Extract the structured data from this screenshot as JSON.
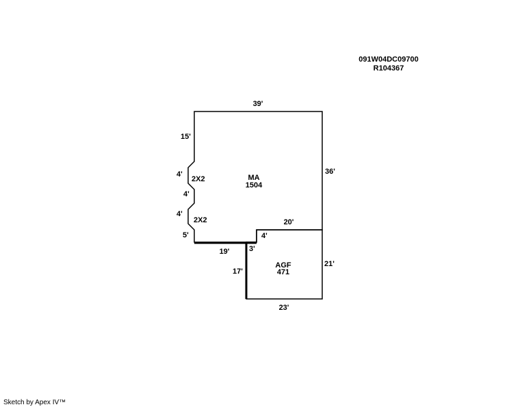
{
  "header": {
    "parcel_id": "091W04DC09700",
    "account_id": "R104367"
  },
  "areas": {
    "main": {
      "code": "MA",
      "sqft": "1504"
    },
    "garage": {
      "code": "AGF",
      "sqft": "471"
    }
  },
  "dimensions": {
    "top": "39'",
    "left_upper": "15'",
    "left_jog1": "4'",
    "left_mid": "4'",
    "left_jog2": "4'",
    "left_lower": "5'",
    "right_upper": "36'",
    "inner_top": "20'",
    "inner_step": "4'",
    "bottom_main": "19'",
    "step_small": "3'",
    "garage_left": "17'",
    "garage_right": "21'",
    "garage_bottom": "23'"
  },
  "notches": {
    "upper": "2X2",
    "lower": "2X2"
  },
  "footer": {
    "credit": "Sketch by Apex IV™"
  }
}
